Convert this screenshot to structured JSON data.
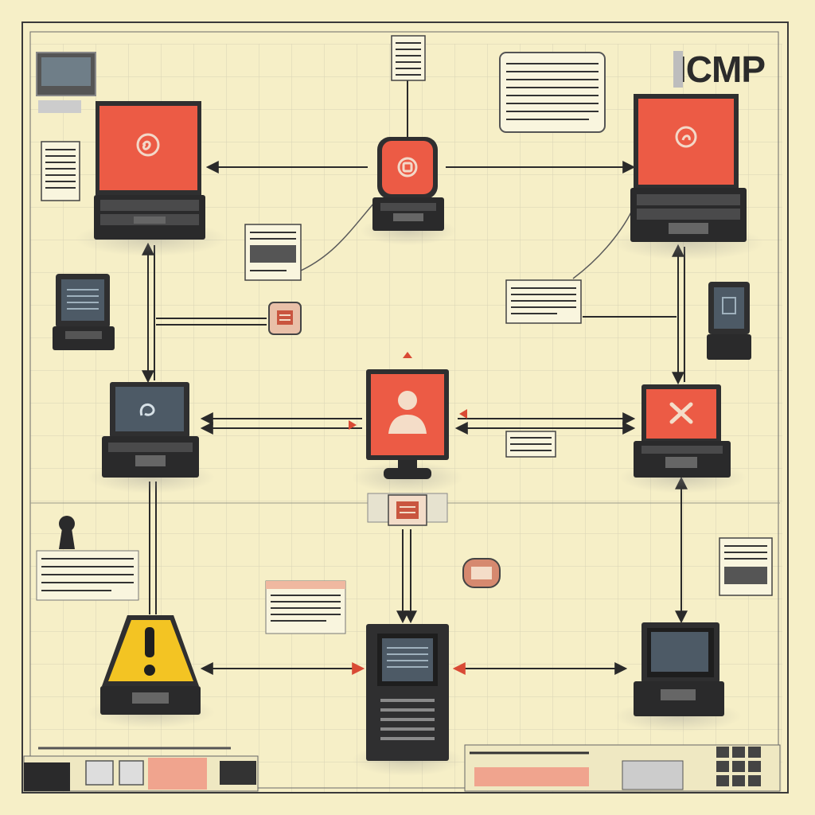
{
  "title": "ICMP",
  "colors": {
    "paper": "#f6efc7",
    "grid": "#d6d2b7",
    "screen_red": "#ec5b45",
    "device_dark": "#2f2f30",
    "warning_yellow": "#f3c423",
    "line": "#2a2a2a"
  },
  "nodes": [
    {
      "id": "laptop-top-left",
      "kind": "laptop",
      "screen": "red",
      "icon": "swirl-icon"
    },
    {
      "id": "router-top-center",
      "kind": "router",
      "screen": "red",
      "icon": "swirl-icon"
    },
    {
      "id": "laptop-top-right",
      "kind": "laptop",
      "screen": "red",
      "icon": "swirl-icon"
    },
    {
      "id": "pc-mid-left",
      "kind": "workstation",
      "screen": "dark",
      "icon": "swirl-icon"
    },
    {
      "id": "user-center",
      "kind": "monitor",
      "screen": "red",
      "icon": "user-icon"
    },
    {
      "id": "error-right",
      "kind": "workstation",
      "screen": "red",
      "icon": "x-icon"
    },
    {
      "id": "warning-bottom-left",
      "kind": "alert",
      "screen": "yellow",
      "icon": "warning-icon"
    },
    {
      "id": "server-bottom-center",
      "kind": "server",
      "screen": "dark",
      "icon": "server-icon"
    },
    {
      "id": "pc-bottom-right",
      "kind": "workstation",
      "screen": "dark",
      "icon": "monitor-icon"
    }
  ],
  "legend": {
    "items": [
      "stripe-icon",
      "monitor-icon",
      "swirl-icon",
      "terminal-icon"
    ]
  }
}
